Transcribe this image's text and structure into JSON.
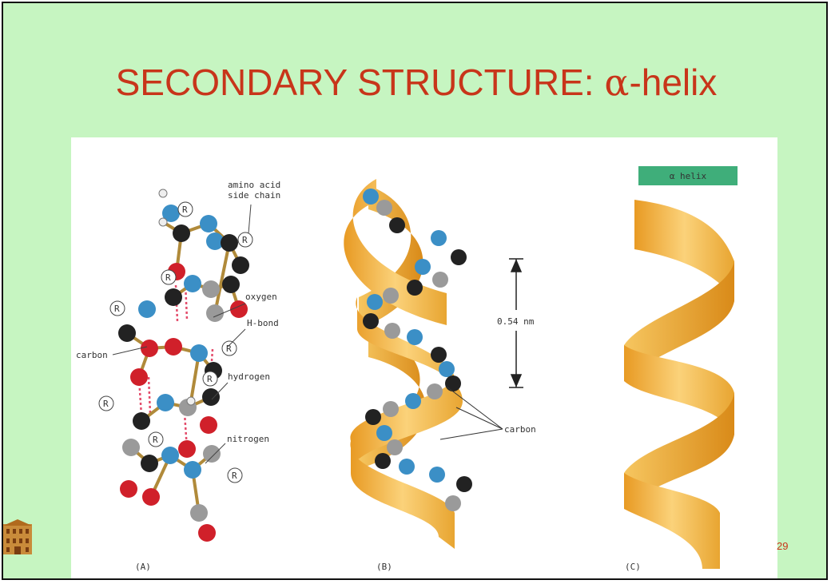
{
  "slide": {
    "title_main": "SECONDARY STRUCTURE: ",
    "title_alpha": "α",
    "title_rest": "-helix",
    "page_number": "29"
  },
  "figure": {
    "panel_a": {
      "caption": "(A)",
      "labels": {
        "side_chain_1": "amino acid",
        "side_chain_2": "side chain",
        "oxygen": "oxygen",
        "hbond": "H-bond",
        "carbon": "carbon",
        "hydrogen": "hydrogen",
        "nitrogen": "nitrogen",
        "r": "R"
      }
    },
    "panel_b": {
      "caption": "(B)",
      "pitch": "0.54 nm",
      "carbon": "carbon"
    },
    "panel_c": {
      "caption": "(C)",
      "box_label": "α helix"
    }
  },
  "colors": {
    "background": "#c6f5c1",
    "title": "#c8351a",
    "ribbon": "#f0b443",
    "nitrogen": "#3b8fc6",
    "carbon_gray": "#9a9a9a",
    "carbon_black": "#222222",
    "oxygen": "#d0202a",
    "label_box": "#3fae7a"
  }
}
